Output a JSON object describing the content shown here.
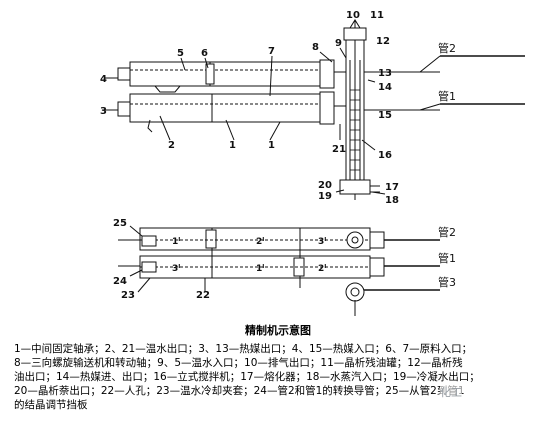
{
  "diagram": {
    "top_labels": {
      "n1": "1",
      "n2": "2",
      "n3": "3",
      "n4": "4",
      "n5": "5",
      "n6": "6",
      "n7": "7",
      "n8": "8",
      "n9": "9",
      "n10": "10",
      "n11": "11",
      "n12": "12",
      "n13": "13",
      "n14": "14",
      "n15": "15",
      "n16": "16",
      "n17": "17",
      "n18": "18",
      "n19": "19",
      "n20": "20",
      "n21": "21",
      "n1b": "1",
      "pipe2": "管2",
      "pipe1": "管1"
    },
    "bottom_labels": {
      "n22": "22",
      "n23": "23",
      "n24": "24",
      "n25": "25",
      "pipe2": "管2",
      "pipe1": "管1",
      "pipe3": "管3",
      "tube_a1": "1ᴵ",
      "tube_a2": "2ᴵ",
      "tube_a3": "3ᴵ",
      "tube_b1": "3ᴵ",
      "tube_b2": "1ᴵ",
      "tube_b3": "2ᴵ"
    }
  },
  "caption": "精制机示意图",
  "legend": [
    "1—中间固定轴承；2、21—温水出口；3、13—热媒出口；4、15—热媒入口；6、7—原料入口；",
    "8—三向螺旋输送机和转动轴；9、5—温水入口；10—排气出口；11—晶析残油罐；12—晶析残",
    "油出口；14—热媒进、出口；16—立式搅拌机；17—熔化器；18—水蒸汽入口；19—冷凝水出口；",
    "20—晶析萘出口；22—人孔；23—温水冷却夹套；24—管2和管1的转换导管；25—从管2到管1",
    "的结晶调节挡板"
  ],
  "watermark": "化工"
}
